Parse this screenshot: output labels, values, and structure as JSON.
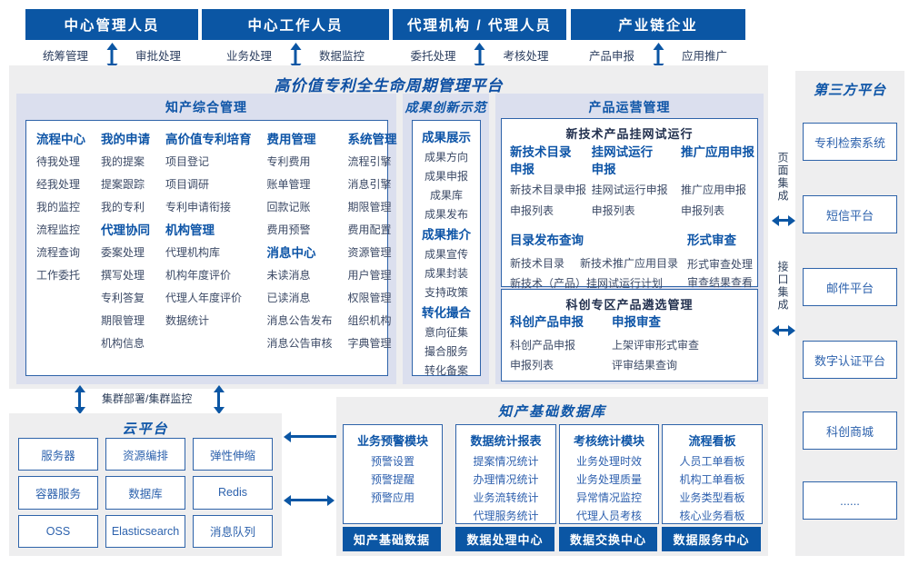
{
  "colors": {
    "primary_blue": "#0b56a4",
    "title_blue": "#0e55a7",
    "item_navy": "#3c4a66",
    "item_blue": "#2e60ae",
    "panel_gray": "#eeeeef",
    "panel_lavender": "#dbdfee",
    "border_blue": "#2e63a9"
  },
  "page": {
    "title": "高价值专利全生命周期管理平台"
  },
  "roles": [
    {
      "title": "中心管理人员",
      "left": "统筹管理",
      "right": "审批处理"
    },
    {
      "title": "中心工作人员",
      "left": "业务处理",
      "right": "数据监控"
    },
    {
      "title": "代理机构 / 代理人员",
      "left": "委托处理",
      "right": "考核处理"
    },
    {
      "title": "产业链企业",
      "left": "产品申报",
      "right": "应用推广"
    }
  ],
  "ip": {
    "title": "知产综合管理",
    "columns": [
      [
        {
          "k": "head",
          "text": "流程中心"
        },
        {
          "k": "item",
          "text": "待我处理"
        },
        {
          "k": "item",
          "text": "经我处理"
        },
        {
          "k": "item",
          "text": "我的监控"
        },
        {
          "k": "item",
          "text": "流程监控"
        },
        {
          "k": "item",
          "text": "流程查询"
        },
        {
          "k": "item",
          "text": "工作委托"
        }
      ],
      [
        {
          "k": "head",
          "text": "我的申请"
        },
        {
          "k": "item",
          "text": "我的提案"
        },
        {
          "k": "item",
          "text": "提案跟踪"
        },
        {
          "k": "item",
          "text": "我的专利"
        },
        {
          "k": "head",
          "text": "代理协同"
        },
        {
          "k": "item",
          "text": "委案处理"
        },
        {
          "k": "item",
          "text": "撰写处理"
        },
        {
          "k": "item",
          "text": "专利答复"
        },
        {
          "k": "item",
          "text": "期限管理"
        },
        {
          "k": "item",
          "text": "机构信息"
        }
      ],
      [
        {
          "k": "head",
          "text": "高价值专利培育"
        },
        {
          "k": "item",
          "text": "项目登记"
        },
        {
          "k": "item",
          "text": "项目调研"
        },
        {
          "k": "item",
          "text": "专利申请衔接"
        },
        {
          "k": "head",
          "text": "机构管理"
        },
        {
          "k": "item",
          "text": "代理机构库"
        },
        {
          "k": "item",
          "text": "机构年度评价"
        },
        {
          "k": "item",
          "text": "代理人年度评价"
        },
        {
          "k": "item",
          "text": "数据统计"
        }
      ],
      [
        {
          "k": "head",
          "text": "费用管理"
        },
        {
          "k": "item",
          "text": "专利费用"
        },
        {
          "k": "item",
          "text": "账单管理"
        },
        {
          "k": "item",
          "text": "回款记账"
        },
        {
          "k": "item",
          "text": "费用预警"
        },
        {
          "k": "head",
          "text": "消息中心"
        },
        {
          "k": "item",
          "text": "未读消息"
        },
        {
          "k": "item",
          "text": "已读消息"
        },
        {
          "k": "item",
          "text": "消息公告发布"
        },
        {
          "k": "item",
          "text": "消息公告审核"
        }
      ],
      [
        {
          "k": "head",
          "text": "系统管理"
        },
        {
          "k": "item",
          "text": "流程引擎"
        },
        {
          "k": "item",
          "text": "消息引擎"
        },
        {
          "k": "item",
          "text": "期限管理"
        },
        {
          "k": "item",
          "text": "费用配置"
        },
        {
          "k": "item",
          "text": "资源管理"
        },
        {
          "k": "item",
          "text": "用户管理"
        },
        {
          "k": "item",
          "text": "权限管理"
        },
        {
          "k": "item",
          "text": "组织机构"
        },
        {
          "k": "item",
          "text": "字典管理"
        }
      ]
    ]
  },
  "achv": {
    "title": "成果创新示范",
    "entries": [
      {
        "k": "head",
        "text": "成果展示"
      },
      {
        "k": "item",
        "text": "成果方向"
      },
      {
        "k": "item",
        "text": "成果申报"
      },
      {
        "k": "item",
        "text": "成果库"
      },
      {
        "k": "item",
        "text": "成果发布"
      },
      {
        "k": "head",
        "text": "成果推介"
      },
      {
        "k": "item",
        "text": "成果宣传"
      },
      {
        "k": "item",
        "text": "成果封装"
      },
      {
        "k": "item",
        "text": "支持政策"
      },
      {
        "k": "head",
        "text": "转化撮合"
      },
      {
        "k": "item",
        "text": "意向征集"
      },
      {
        "k": "item",
        "text": "撮合服务"
      },
      {
        "k": "item",
        "text": "转化备案"
      }
    ]
  },
  "product": {
    "title": "产品运营管理",
    "trial": {
      "title": "新技术产品挂网试运行",
      "groups": [
        {
          "head": "新技术目录申报",
          "items": [
            "新技术目录申报",
            "申报列表"
          ]
        },
        {
          "head": "挂网试运行申报",
          "items": [
            "挂网试运行申报",
            "申报列表"
          ]
        },
        {
          "head": "推广应用申报",
          "items": [
            "推广应用申报",
            "申报列表"
          ]
        }
      ],
      "catalog": {
        "head": "目录发布查询",
        "row1": [
          "新技术目录",
          "新技术推广应用目录"
        ],
        "row2": "新技术（产品）挂网试运行计划"
      },
      "review": {
        "head": "形式审查",
        "items": [
          "形式审查处理",
          "审查结果查看"
        ]
      }
    },
    "selection": {
      "title": "科创专区产品遴选管理",
      "groups": [
        {
          "head": "科创产品申报",
          "items": [
            "科创产品申报",
            "申报列表"
          ]
        },
        {
          "head": "申报审查",
          "items": [
            "上架评审形式审查",
            "评审结果查询"
          ]
        }
      ]
    }
  },
  "third_party": {
    "title": "第三方平台",
    "integration_labels": [
      "页面集成",
      "接口集成"
    ],
    "platforms": [
      "专利检索系统",
      "短信平台",
      "邮件平台",
      "数字认证平台",
      "科创商城",
      "......"
    ]
  },
  "cloud": {
    "title": "云平台",
    "cluster_label": "集群部署/集群监控",
    "services": [
      "服务器",
      "资源编排",
      "弹性伸缩",
      "容器服务",
      "数据库",
      "Redis",
      "OSS",
      "Elasticsearch",
      "消息队列"
    ]
  },
  "db": {
    "title": "知产基础数据库",
    "modules": [
      {
        "head": "业务预警模块",
        "items": [
          "预警设置",
          "预警提醒",
          "预警应用"
        ]
      },
      {
        "head": "数据统计报表",
        "items": [
          "提案情况统计",
          "办理情况统计",
          "业务流转统计",
          "代理服务统计"
        ]
      },
      {
        "head": "考核统计模块",
        "items": [
          "业务处理时效",
          "业务处理质量",
          "异常情况监控",
          "代理人员考核"
        ]
      },
      {
        "head": "流程看板",
        "items": [
          "人员工单看板",
          "机构工单看板",
          "业务类型看板",
          "核心业务看板"
        ]
      }
    ],
    "centers": [
      "知产基础数据",
      "数据处理中心",
      "数据交换中心",
      "数据服务中心"
    ]
  }
}
